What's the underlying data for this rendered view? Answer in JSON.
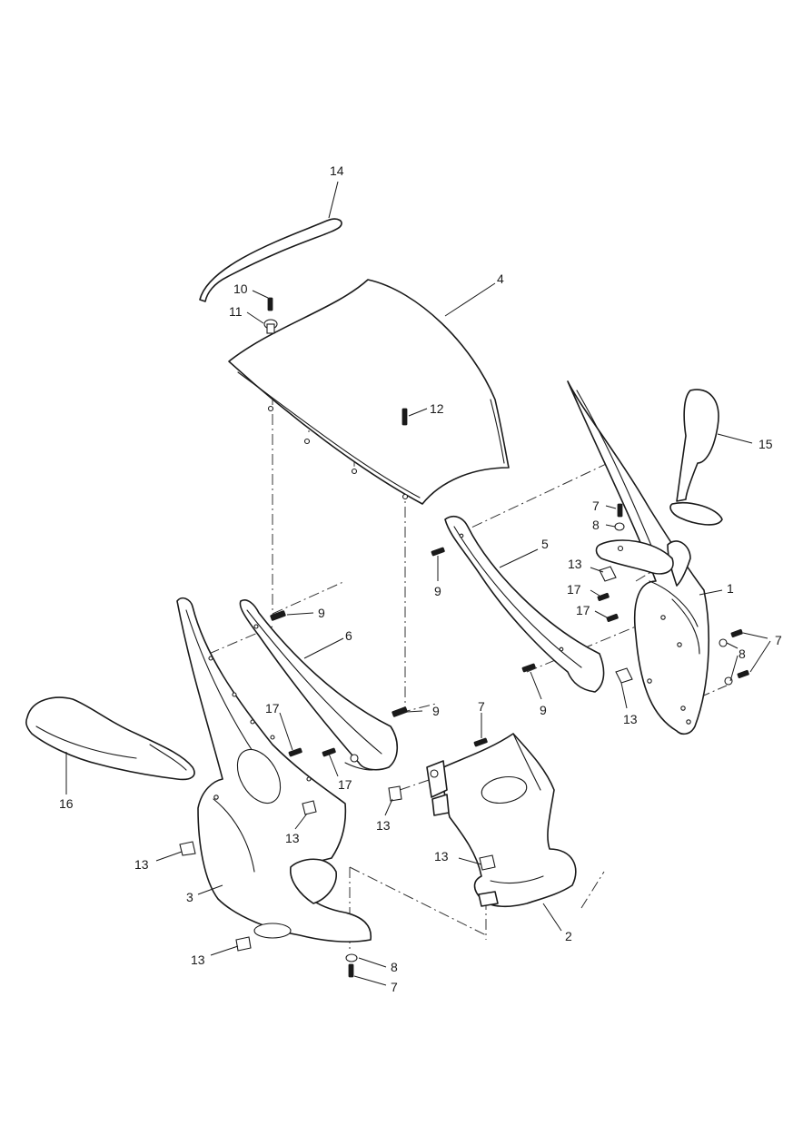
{
  "callouts": {
    "c1": "1",
    "c2": "2",
    "c3": "3",
    "c4": "4",
    "c5": "5",
    "c6": "6",
    "c7a": "7",
    "c7b": "7",
    "c7c": "7",
    "c7d": "7",
    "c8a": "8",
    "c8b": "8",
    "c8c": "8",
    "c9a": "9",
    "c9b": "9",
    "c9c": "9",
    "c9d": "9",
    "c10": "10",
    "c11": "11",
    "c12": "12",
    "c13a": "13",
    "c13b": "13",
    "c13c": "13",
    "c13d": "13",
    "c13e": "13",
    "c13f": "13",
    "c13g": "13",
    "c14": "14",
    "c15": "15",
    "c16": "16",
    "c17a": "17",
    "c17b": "17",
    "c17c": "17",
    "c17d": "17"
  }
}
